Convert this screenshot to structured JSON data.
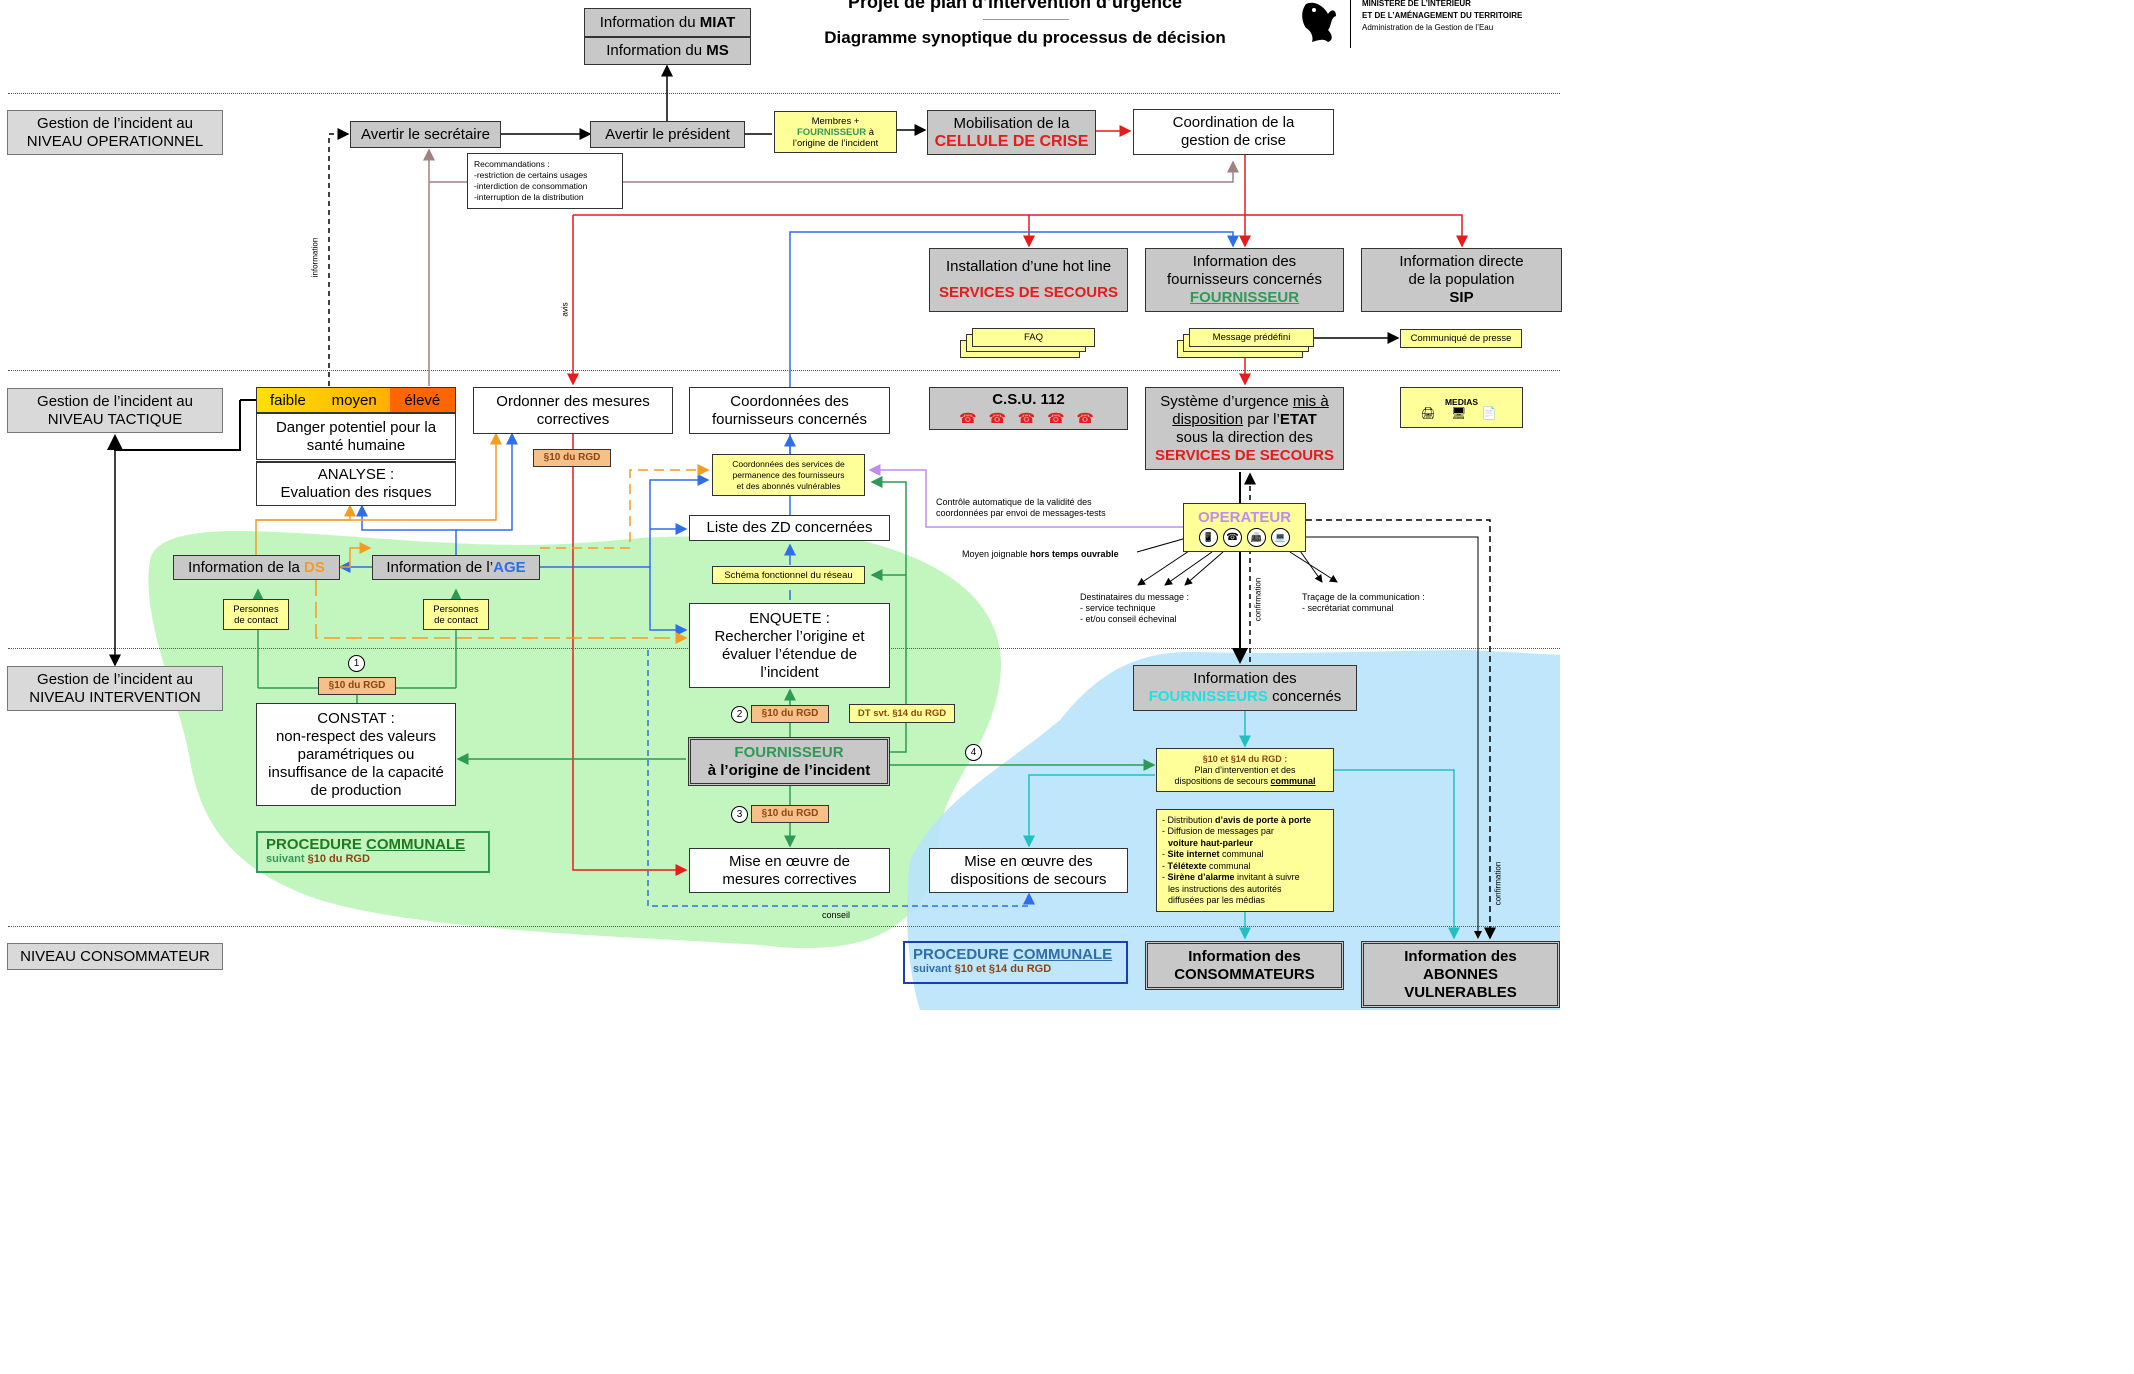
{
  "header": {
    "title": "Projet de plan d’intervention d’urgence",
    "subtitle": "Diagramme synoptique du processus de décision",
    "ministry_line1": "MINISTÈRE DE L’INTÉRIEUR",
    "ministry_line2": "ET DE L’AMÉNAGEMENT DU TERRITOIRE",
    "ministry_line3": "Administration de la Gestion de l’Eau"
  },
  "levels": {
    "operationnel": [
      "Gestion de l’incident au",
      "NIVEAU OPERATIONNEL"
    ],
    "tactique": [
      "Gestion de l’incident au",
      "NIVEAU TACTIQUE"
    ],
    "intervention": [
      "Gestion de l’incident au",
      "NIVEAU INTERVENTION"
    ],
    "consommateur": "NIVEAU CONSOMMATEUR"
  },
  "info_miat": [
    "Information du ",
    "MIAT"
  ],
  "info_ms": [
    "Information du ",
    "MS"
  ],
  "avertir_secretaire": "Avertir le secrétaire",
  "avertir_president": "Avertir le président",
  "membres": [
    "Membres +",
    "FOURNISSEUR",
    " à",
    "l’origine de l’incident"
  ],
  "mobilisation": [
    "Mobilisation de la",
    "CELLULE DE CRISE"
  ],
  "coordination": [
    "Coordination de la",
    "gestion de crise"
  ],
  "recommandations": [
    "Recommandations :",
    "-restriction de certains usages",
    "-interdiction de consommation",
    "-interruption de la distribution"
  ],
  "information_label": "information",
  "avis_label": "avis",
  "hotline": [
    "Installation d’une hot line",
    "SERVICES DE SECOURS"
  ],
  "info_fournisseurs": [
    "Information des",
    "fournisseurs concernés",
    "FOURNISSEUR"
  ],
  "info_population": [
    "Information directe",
    "de la population",
    "SIP"
  ],
  "faq": "FAQ",
  "message_predefini": "Message prédéfini",
  "communique": "Communiqué de presse",
  "risk": {
    "low": "faible",
    "mid": "moyen",
    "high": "élevé"
  },
  "danger": [
    "Danger potentiel pour la",
    "santé humaine"
  ],
  "analyse": [
    "ANALYSE :",
    "Evaluation des risques"
  ],
  "ordonner": [
    "Ordonner des mesures",
    "correctives"
  ],
  "coordonnees": [
    "Coordonnées des",
    "fournisseurs concernés"
  ],
  "csu": {
    "title": "C.S.U. 112",
    "phones": "☎ ☎ ☎ ☎ ☎"
  },
  "systeme": [
    "Système d’urgence ",
    "mis à disposition",
    " par l’",
    "ETAT",
    "sous la direction des",
    "SERVICES DE SECOURS"
  ],
  "medias": {
    "title": "MEDIAS",
    "icons": "🖨 🖥 📄"
  },
  "rgd10": "§10 du RGD",
  "coord_services": [
    "Coordonnées des services de",
    "permanence des fournisseurs",
    "et des abonnés vulnérables"
  ],
  "controle": [
    "Contrôle automatique de la validité des",
    "coordonnées par envoi de messages-tests"
  ],
  "operateur": "OPERATEUR",
  "operateur_icons": [
    "📱",
    "☎",
    "📠",
    "💻"
  ],
  "moyen": [
    "Moyen joignable ",
    "hors temps ouvrable"
  ],
  "destinataires": [
    "Destinataires du message :",
    "- service technique",
    "- et/ou conseil échevinal"
  ],
  "tracage": [
    "Traçage de la communication :",
    "- secrétariat communal"
  ],
  "confirmation": "confirmation",
  "liste_zd": "Liste des ZD concernées",
  "info_ds": [
    "Information de la ",
    "DS"
  ],
  "info_age": [
    "Information de l’",
    "AGE"
  ],
  "schema": "Schéma fonctionnel du réseau",
  "personnes": [
    "Personnes",
    "de contact"
  ],
  "enquete": [
    "ENQUETE :",
    "Rechercher l’origine et",
    "évaluer l’étendue de",
    "l’incident"
  ],
  "circles": [
    "1",
    "2",
    "3",
    "4"
  ],
  "dt": "DT svt. §14 du RGD",
  "constat": [
    "CONSTAT :",
    "non-respect des valeurs",
    "paramétriques ou",
    "insuffisance de la capacité",
    "de production"
  ],
  "fournisseur_origine": [
    "FOURNISSEUR",
    "à l’origine de l’incident"
  ],
  "info_fournisseurs_int": [
    "Information des",
    "FOURNISSEURS",
    " concernés"
  ],
  "rgd1014": [
    "§10 et §14 du RGD :",
    "Plan d’intervention et des",
    "dispositions de secours ",
    "communal"
  ],
  "distribution": [
    "- Distribution ",
    "d’avis de porte à porte",
    "- Diffusion de messages par",
    "voiture haut-parleur",
    "Site internet",
    " communal",
    "Télétexte",
    " communal",
    "Sirène d’alarme",
    " invitant à suivre",
    "les instructions des autorités",
    "diffusées par les médias"
  ],
  "procedure1": [
    "PROCEDURE ",
    "COMMUNALE",
    "suivant ",
    "§10 du RGD"
  ],
  "mise_oeuvre_mesures": [
    "Mise en œuvre de",
    "mesures correctives"
  ],
  "mise_oeuvre_disp": [
    "Mise en œuvre des",
    "dispositions de secours"
  ],
  "conseil": "conseil",
  "procedure2": [
    "PROCEDURE ",
    "COMMUNALE",
    "suivant ",
    "§10 et §14 du RGD"
  ],
  "info_consommateurs": [
    "Information des",
    "CONSOMMATEURS"
  ],
  "info_abonnes": [
    "Information des",
    "ABONNES",
    "VULNERABLES"
  ]
}
